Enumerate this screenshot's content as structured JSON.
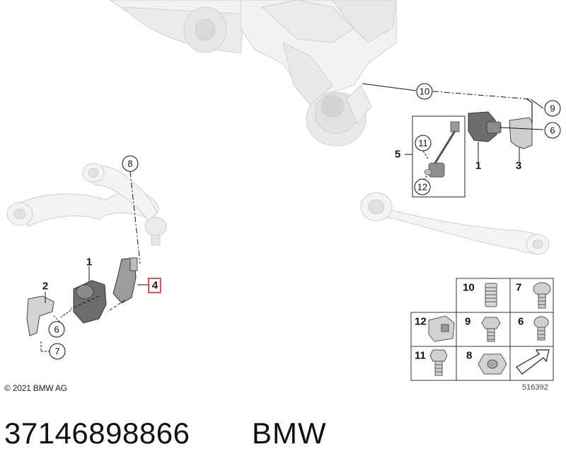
{
  "callouts": {
    "c10": "10",
    "c9": "9",
    "c6_right": "6",
    "c5": "5",
    "c1_right": "1",
    "c3": "3",
    "c11": "11",
    "c12": "12",
    "c8": "8",
    "c1_left": "1",
    "c2": "2",
    "c4": "4",
    "c6_left": "6",
    "c7_left": "7"
  },
  "fastener_grid": {
    "cells": [
      "10",
      "7",
      "12",
      "9",
      "6",
      "11",
      "8"
    ]
  },
  "footer": {
    "copyright": "© 2021 BMW AG",
    "diagram_number": "516392"
  },
  "caption": {
    "part_number": "37146898866",
    "brand": "BMW"
  },
  "colors": {
    "highlight_box": "#e0262b",
    "part_fill": "#f1f1f1",
    "part_stroke": "#c8c8c8",
    "dark_part": "#6d6d6d"
  }
}
